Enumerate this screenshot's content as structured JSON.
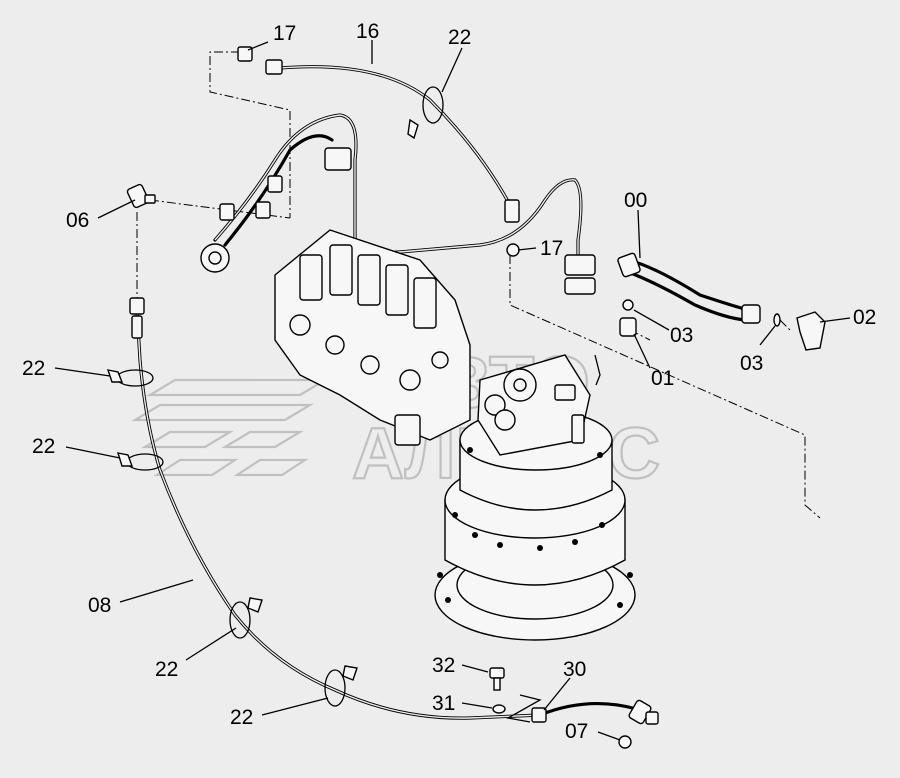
{
  "watermark": {
    "line1": "АВТО",
    "line2": "АЛЬЯНС"
  },
  "callouts": [
    {
      "id": "c17a",
      "text": "17"
    },
    {
      "id": "c16",
      "text": "16"
    },
    {
      "id": "c22a",
      "text": "22"
    },
    {
      "id": "c06",
      "text": "06"
    },
    {
      "id": "c17b",
      "text": "17"
    },
    {
      "id": "c00",
      "text": "00"
    },
    {
      "id": "c02",
      "text": "02"
    },
    {
      "id": "c03a",
      "text": "03"
    },
    {
      "id": "c03b",
      "text": "03"
    },
    {
      "id": "c01",
      "text": "01"
    },
    {
      "id": "c22b",
      "text": "22"
    },
    {
      "id": "c22c",
      "text": "22"
    },
    {
      "id": "c08",
      "text": "08"
    },
    {
      "id": "c22d",
      "text": "22"
    },
    {
      "id": "c32",
      "text": "32"
    },
    {
      "id": "c30",
      "text": "30"
    },
    {
      "id": "c31",
      "text": "31"
    },
    {
      "id": "c22e",
      "text": "22"
    },
    {
      "id": "c07",
      "text": "07"
    }
  ]
}
